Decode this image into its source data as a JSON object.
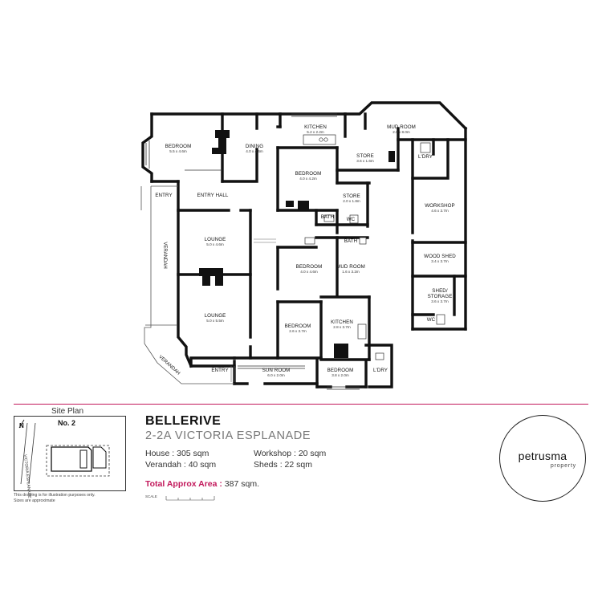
{
  "rooms": [
    {
      "name": "BEDROOM",
      "dims": "5.5 x 4.6m"
    },
    {
      "name": "DINING",
      "dims": "4.0 x 4.6m"
    },
    {
      "name": "KITCHEN",
      "dims": "5.2 x 2.2m"
    },
    {
      "name": "MUD ROOM",
      "dims": "2.0 x 8.0m"
    },
    {
      "name": "BEDROOM",
      "dims": "4.0 x 4.2m"
    },
    {
      "name": "STORE",
      "dims": "3.6 x 1.6m"
    },
    {
      "name": "L'DRY",
      "dims": ""
    },
    {
      "name": "ENTRY",
      "dims": ""
    },
    {
      "name": "ENTRY HALL",
      "dims": ""
    },
    {
      "name": "STORE",
      "dims": "2.0 x 1.8m"
    },
    {
      "name": "WORKSHOP",
      "dims": "4.6 x 3.7m"
    },
    {
      "name": "BATH",
      "dims": ""
    },
    {
      "name": "WC",
      "dims": ""
    },
    {
      "name": "LOUNGE",
      "dims": "5.0 x 4.6m"
    },
    {
      "name": "BATH",
      "dims": ""
    },
    {
      "name": "WOOD SHED",
      "dims": "3.4 x 3.7m"
    },
    {
      "name": "BEDROOM",
      "dims": "4.0 x 4.6m"
    },
    {
      "name": "MUD ROOM",
      "dims": "1.6 x 3.2m"
    },
    {
      "name": "SHED/",
      "dims": ""
    },
    {
      "name": "STORAGE",
      "dims": "3.6 x 3.7m"
    },
    {
      "name": "LOUNGE",
      "dims": "5.0 x 5.5m"
    },
    {
      "name": "KITCHEN",
      "dims": "2.8 x 3.7m"
    },
    {
      "name": "BEDROOM",
      "dims": "2.6 x 3.7m"
    },
    {
      "name": "WC",
      "dims": ""
    },
    {
      "name": "ENTRY",
      "dims": ""
    },
    {
      "name": "SUN ROOM",
      "dims": "6.0 x 2.0m"
    },
    {
      "name": "BEDROOM",
      "dims": "3.8 x 2.0m"
    },
    {
      "name": "L'DRY",
      "dims": ""
    }
  ],
  "verandah_left": "VERANDAH",
  "verandah_bottom": "VERANDAH",
  "site_plan": {
    "title": "Site Plan",
    "number": "No. 2",
    "street": "VICTORIA ESPLANADE",
    "north": "N",
    "disclaimer_1": "This drawing is for illustration purposes only.",
    "disclaimer_2": "Sizes are approximate"
  },
  "property": {
    "name": "BELLERIVE",
    "address": "2-2A VICTORIA ESPLANADE",
    "house": "House : 305 sqm",
    "verandah": "Verandah : 40 sqm",
    "workshop": "Workshop : 20 sqm",
    "sheds": "Sheds : 22 sqm",
    "total_label": "Total Approx Area :",
    "total_value": " 387 sqm.",
    "scale_label": "SCALE"
  },
  "logo": {
    "name": "petrusma",
    "sub": "property"
  },
  "colors": {
    "accent": "#c2185b",
    "wall": "#111111"
  }
}
